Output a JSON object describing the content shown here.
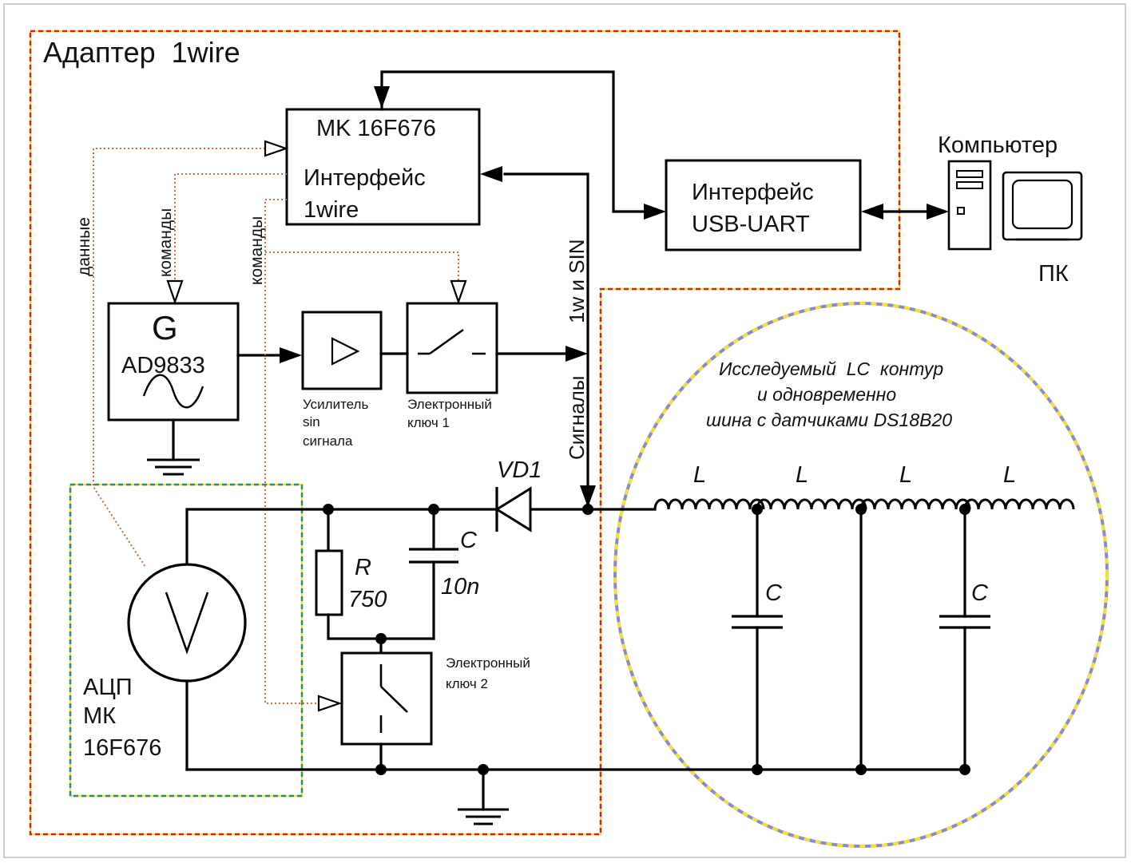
{
  "adapter": {
    "title": "Адаптер  1wire"
  },
  "mcu": {
    "line1": "MK 16F676",
    "line2": "Интерфейс",
    "line3": "1wire"
  },
  "usb_uart": {
    "line1": "Интерфейс",
    "line2": "USB-UART"
  },
  "computer": {
    "label": "Компьютер",
    "pc_label": "ПК"
  },
  "generator": {
    "letter": "G",
    "chip": "AD9833"
  },
  "amplifier": {
    "line1": "Усилитель",
    "line2": "sin",
    "line3": "сигнала"
  },
  "switch1": {
    "line1": "Электронный",
    "line2": "ключ 1"
  },
  "switch2": {
    "line1": "Электронный",
    "line2": "ключ 2"
  },
  "adc": {
    "line1": "АЦП",
    "line2": "МК",
    "line3": "16F676"
  },
  "wire_labels": {
    "data": "данные",
    "commands_1": "команды",
    "commands_2": "команды",
    "signals": "Сигналы",
    "bus_1w_sin": "1w и SIN"
  },
  "components": {
    "diode": "VD1",
    "resistor_name": "R",
    "resistor_value": "750",
    "cap_name": "C",
    "cap_value": "10n"
  },
  "lc_circuit": {
    "line1": "Исследуемый  LC  контур",
    "line2": "и одновременно",
    "line3": "шина с датчиками DS18B20",
    "inductors": [
      "L",
      "L",
      "L",
      "L"
    ],
    "capacitors": [
      "C",
      "C"
    ]
  },
  "colors": {
    "adapter_border_red": "#d42020",
    "adapter_border_yellow": "#f0e040",
    "adc_border_teal": "#2a8a7a",
    "lc_ellipse_blue": "#8a8ac8",
    "lc_ellipse_yellow": "#f0e040",
    "control_line": "#c07040"
  }
}
